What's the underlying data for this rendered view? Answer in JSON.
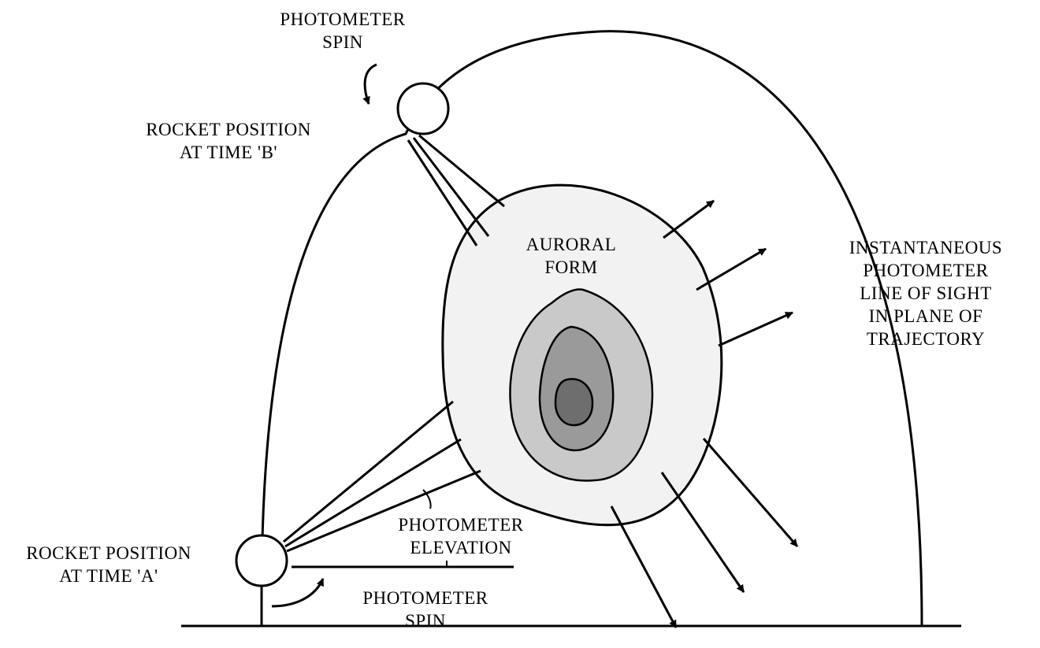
{
  "labels": {
    "spin_top": [
      "PHOTOMETER",
      "SPIN"
    ],
    "rocket_b": [
      "ROCKET POSITION",
      "AT TIME 'B'"
    ],
    "auroral_form": [
      "AURORAL",
      "FORM"
    ],
    "line_of_sight": [
      "INSTANTANEOUS",
      "PHOTOMETER",
      "LINE OF SIGHT",
      "IN PLANE OF",
      "TRAJECTORY"
    ],
    "elevation": [
      "PHOTOMETER",
      "ELEVATION"
    ],
    "rocket_a": [
      "ROCKET POSITION",
      "AT TIME 'A'"
    ],
    "spin_bottom": [
      "PHOTOMETER",
      "SPIN"
    ]
  },
  "icons": [
    "rocket-icon",
    "spin-arrow-icon",
    "line-of-sight-arrow-icon"
  ],
  "colors": {
    "ink": "#000000",
    "outer_fill": "#f2f2f2",
    "mid_fill": "#c9c9c9",
    "inner_fill": "#9a9a9a",
    "core_fill": "#6e6e6e"
  }
}
